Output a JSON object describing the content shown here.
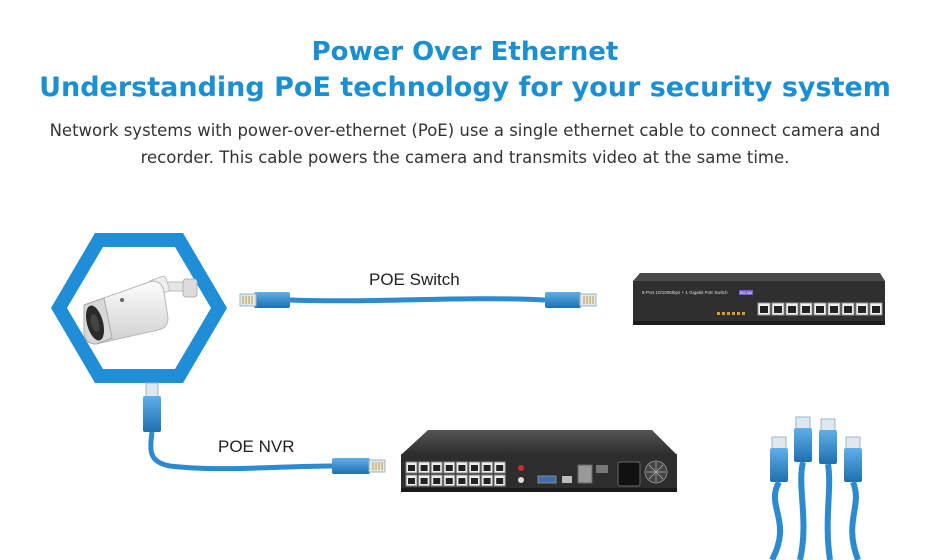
{
  "header": {
    "title": "Power Over Ethernet",
    "subtitle": "Understanding PoE technology for your security system",
    "description_line1": "Network systems with power-over-ethernet (PoE) use a single ethernet cable to connect camera and",
    "description_line2": "recorder. This cable powers the camera and transmits video at the same time."
  },
  "diagram": {
    "switch_cable_label": "POE Switch",
    "nvr_cable_label": "POE NVR",
    "switch_front_text": "8-Port 10/100Mbps + 1 Gigabit PoE Switch",
    "switch_badge": "802.3af",
    "colors": {
      "accent": "#1a8fd4",
      "hexagon": "#1f8ed6",
      "cable": "#2b8ad0",
      "device_body": "#3a3a3a"
    },
    "icons": [
      "camera-icon",
      "ethernet-cable-icon",
      "poe-switch-icon",
      "poe-nvr-icon"
    ]
  }
}
